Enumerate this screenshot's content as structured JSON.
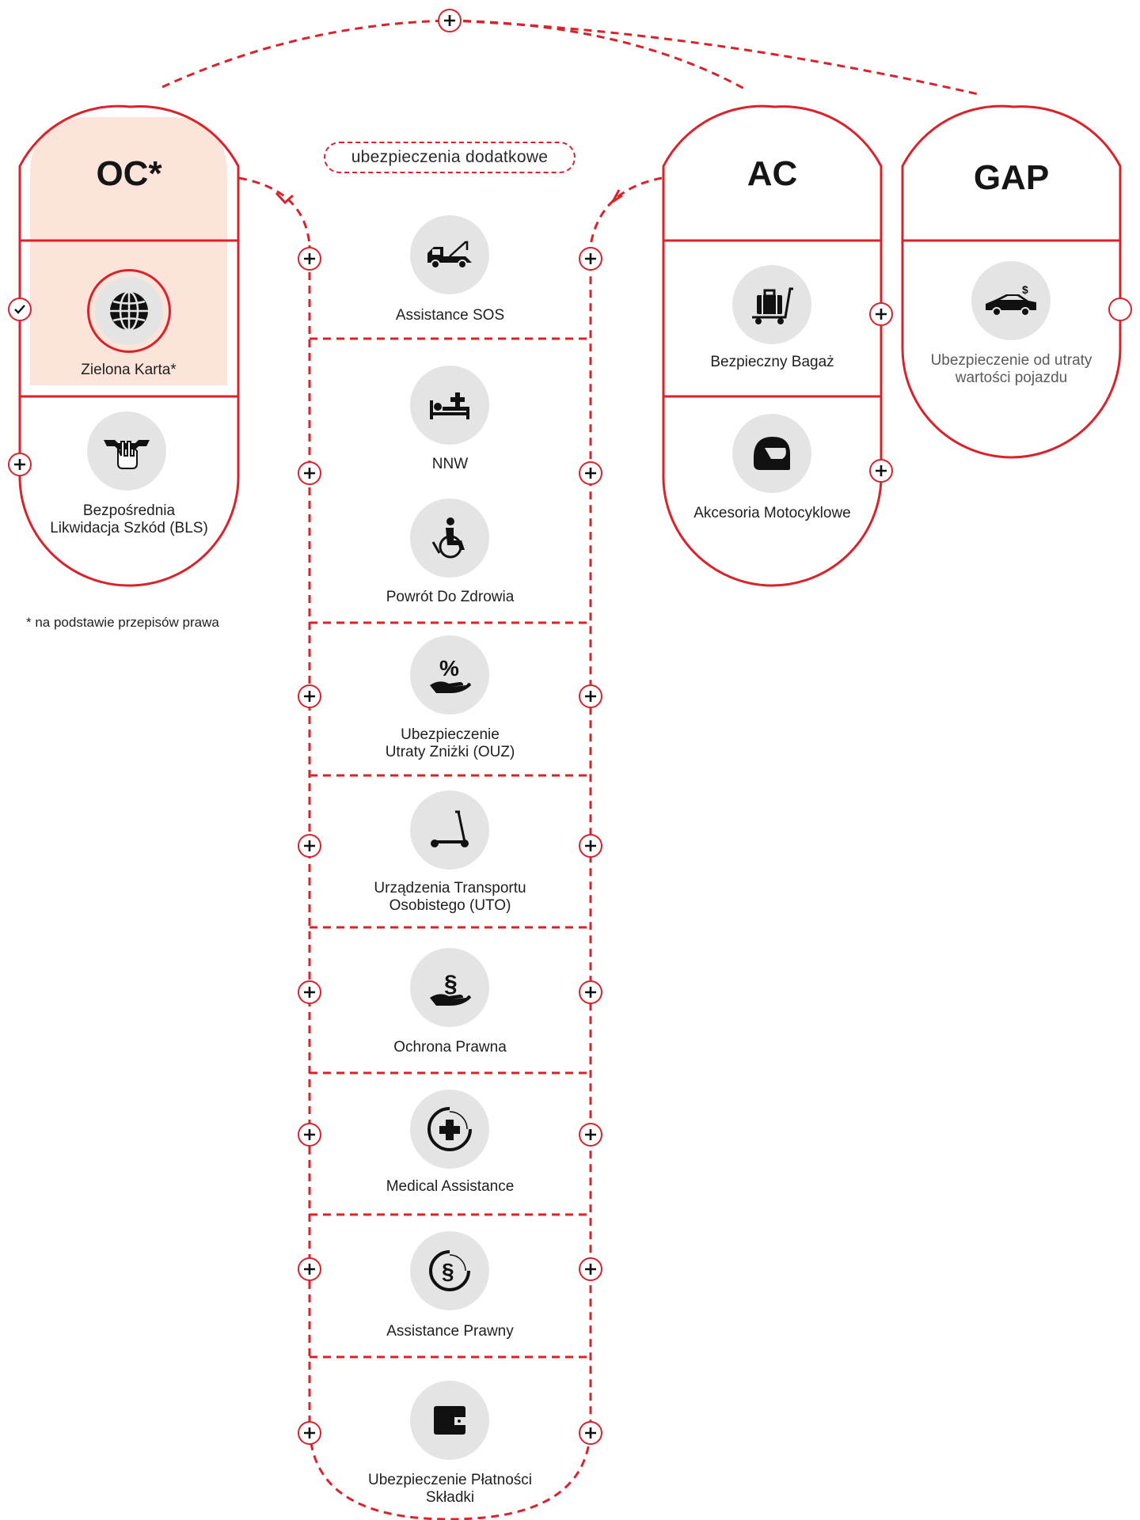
{
  "colors": {
    "accent": "#d9222a",
    "oc_fill": "#fde4da",
    "icon_bg": "#e4e4e4",
    "text": "#1f1f1f"
  },
  "oc": {
    "title": "OC*",
    "items": [
      {
        "label": "Zielona Karta*",
        "icon": "globe-icon",
        "control": "check"
      },
      {
        "label": "Bezpośrednia\nLikwidacja Szkód (BLS)",
        "icon": "wrench-hand-icon",
        "control": "plus"
      }
    ]
  },
  "ac": {
    "title": "AC",
    "items": [
      {
        "label": "Bezpieczny Bagaż",
        "icon": "luggage-cart-icon",
        "control": "plus"
      },
      {
        "label": "Akcesoria Motocyklowe",
        "icon": "helmet-icon",
        "control": "plus"
      }
    ]
  },
  "gap": {
    "title": "GAP",
    "items": [
      {
        "label": "Ubezpieczenie od utraty\nwartości pojazdu",
        "icon": "car-dollar-icon",
        "control": "empty"
      }
    ]
  },
  "extras": {
    "title": "ubezpieczenia dodatkowe",
    "items": [
      {
        "label": "Assistance SOS",
        "icon": "tow-truck-icon"
      },
      {
        "label": "NNW",
        "icon": "hospital-bed-icon"
      },
      {
        "label": "Powrót Do Zdrowia",
        "icon": "wheelchair-icon"
      },
      {
        "label": "Ubezpieczenie\nUtraty Zniżki (OUZ)",
        "icon": "percent-hand-icon"
      },
      {
        "label": "Urządzenia Transportu\nOsobistego (UTO)",
        "icon": "scooter-icon"
      },
      {
        "label": "Ochrona Prawna",
        "icon": "paragraph-hand-icon"
      },
      {
        "label": "Medical Assistance",
        "icon": "medical-cross-icon"
      },
      {
        "label": "Assistance Prawny",
        "icon": "paragraph-circle-icon"
      },
      {
        "label": "Ubezpieczenie Płatności\nSkładki",
        "icon": "wallet-icon"
      }
    ]
  },
  "footnote": "* na podstawie przepisów prawa"
}
